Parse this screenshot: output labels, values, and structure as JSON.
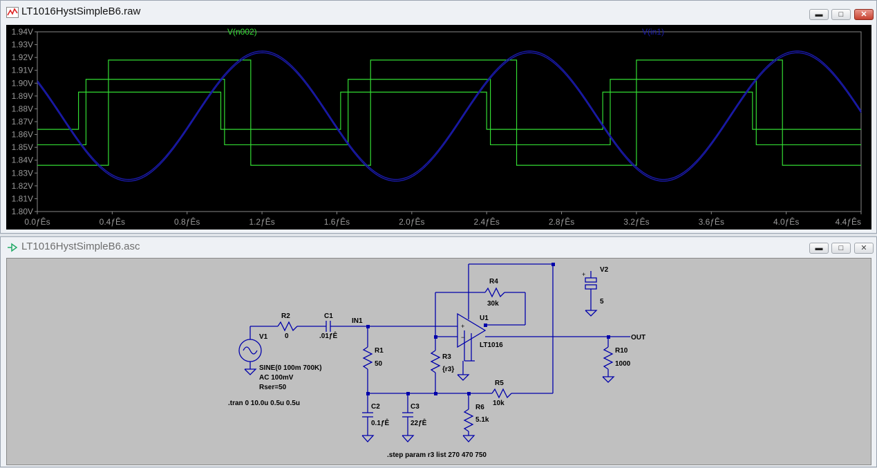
{
  "waveform_window": {
    "title": "LT1016HystSimpleB6.raw",
    "icon": "waveform-icon",
    "controls": {
      "minimize": "minimize-icon",
      "maximize": "maximize-icon",
      "close": "close-icon"
    },
    "traces": [
      {
        "label": "V(n002)",
        "color": "#33dd33"
      },
      {
        "label": "V(in1)",
        "color": "#1a1aaa"
      }
    ],
    "y_ticks": [
      "1.94V",
      "1.93V",
      "1.92V",
      "1.91V",
      "1.90V",
      "1.89V",
      "1.88V",
      "1.87V",
      "1.86V",
      "1.85V",
      "1.84V",
      "1.83V",
      "1.82V",
      "1.81V",
      "1.80V"
    ],
    "x_ticks": [
      "0.0ƒÊs",
      "0.4ƒÊs",
      "0.8ƒÊs",
      "1.2ƒÊs",
      "1.6ƒÊs",
      "2.0ƒÊs",
      "2.4ƒÊs",
      "2.8ƒÊs",
      "3.2ƒÊs",
      "3.6ƒÊs",
      "4.0ƒÊs",
      "4.4ƒÊs"
    ]
  },
  "chart_data": {
    "type": "line",
    "xlim": [
      0,
      4.4
    ],
    "ylim": [
      1.8,
      1.94
    ],
    "grid": false,
    "series": [
      {
        "name": "V(in1)",
        "kind": "sine",
        "offset": 1.875,
        "amplitude": 0.05,
        "frequency_per_us": 0.7,
        "start_phase_value": 1.902
      },
      {
        "name": "V(n002)",
        "kind": "square",
        "steps": [
          {
            "high": 1.918,
            "low": 1.836,
            "x": [
              0,
              0.38,
              1.14,
              1.78,
              2.56,
              3.2,
              3.98,
              4.4
            ]
          },
          {
            "high": 1.903,
            "low": 1.852,
            "x": [
              0,
              0.26,
              1.0,
              1.66,
              2.42,
              3.06,
              3.84,
              4.4
            ]
          },
          {
            "high": 1.893,
            "low": 1.864,
            "x": [
              0,
              0.22,
              0.98,
              1.62,
              2.4,
              3.02,
              3.82,
              4.4
            ]
          }
        ]
      }
    ]
  },
  "schematic_window": {
    "title": "LT1016HystSimpleB6.asc",
    "icon": "schematic-icon",
    "controls": {
      "minimize": "minimize-icon",
      "maximize": "maximize-icon",
      "close": "close-icon"
    },
    "labels": {
      "r2": "R2",
      "r2_val": "0",
      "c1": "C1",
      "c1_val": ".01ƒÊ",
      "in1": "IN1",
      "v1": "V1",
      "v1_spec1": "SINE(0 100m 700K)",
      "v1_spec2": "AC 100mV",
      "v1_spec3": "Rser=50",
      "tran": ".tran 0 10.0u 0.5u 0.5u",
      "r1": "R1",
      "r1_val": "50",
      "c2": "C2",
      "c2_val": "0.1ƒÊ",
      "c3": "C3",
      "c3_val": "22ƒÊ",
      "r3": "R3",
      "r3_val": "{r3}",
      "r4": "R4",
      "r4_val": "30k",
      "u1": "U1",
      "u1_val": "LT1016",
      "r5": "R5",
      "r5_val": "10k",
      "r6": "R6",
      "r6_val": "5.1k",
      "v2": "V2",
      "v2_val": "5",
      "r10": "R10",
      "r10_val": "1000",
      "out": "OUT",
      "step": ".step param r3 list 270 470 750"
    }
  }
}
